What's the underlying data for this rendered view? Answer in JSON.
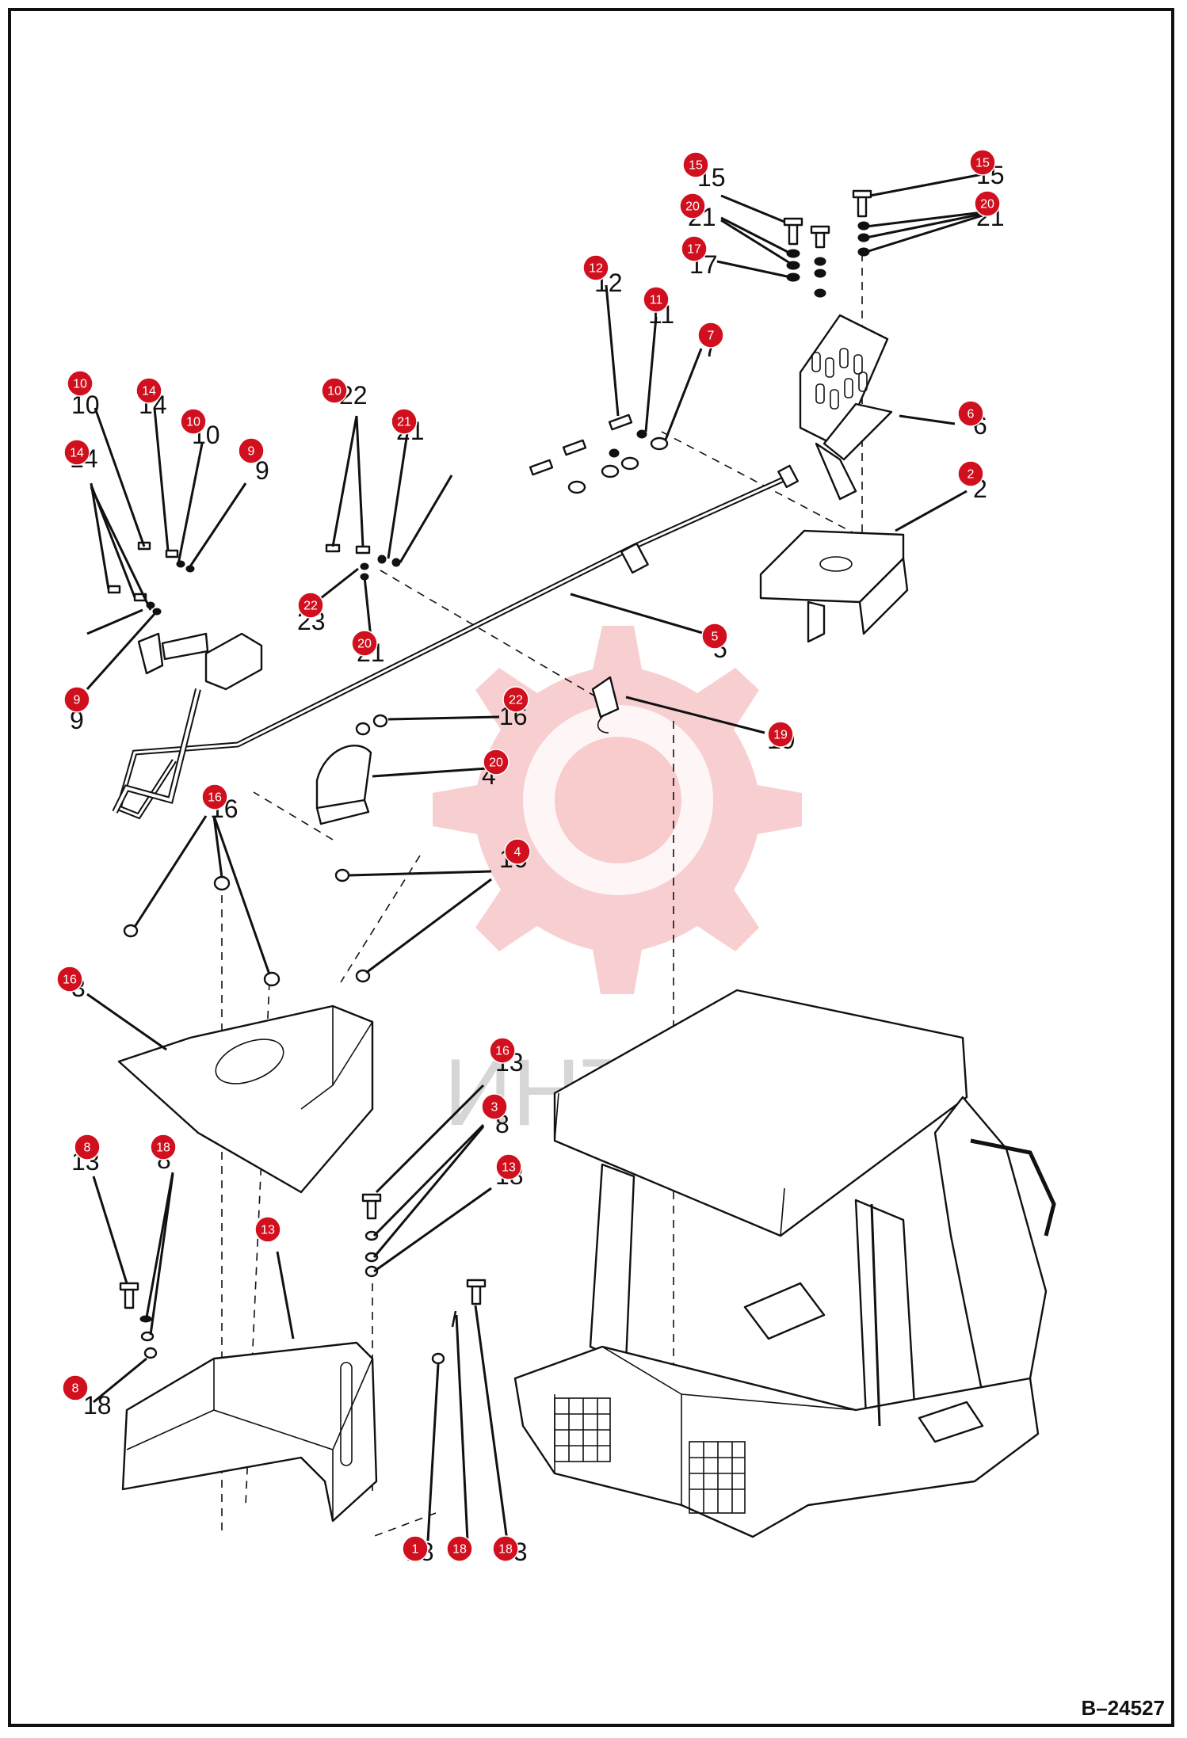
{
  "document_code": "B–24527",
  "watermark_text": "ИНТЕХ",
  "callout_color": "#d0101e",
  "callouts": [
    "15",
    "15",
    "20",
    "20",
    "17",
    "12",
    "11",
    "7",
    "6",
    "2",
    "5",
    "19",
    "10",
    "14",
    "10",
    "9",
    "14",
    "9",
    "10",
    "21",
    "22",
    "20",
    "22",
    "20",
    "16",
    "4",
    "16",
    "16",
    "3",
    "13",
    "8",
    "18",
    "13",
    "8",
    "1",
    "18",
    "18",
    "8",
    "13"
  ]
}
